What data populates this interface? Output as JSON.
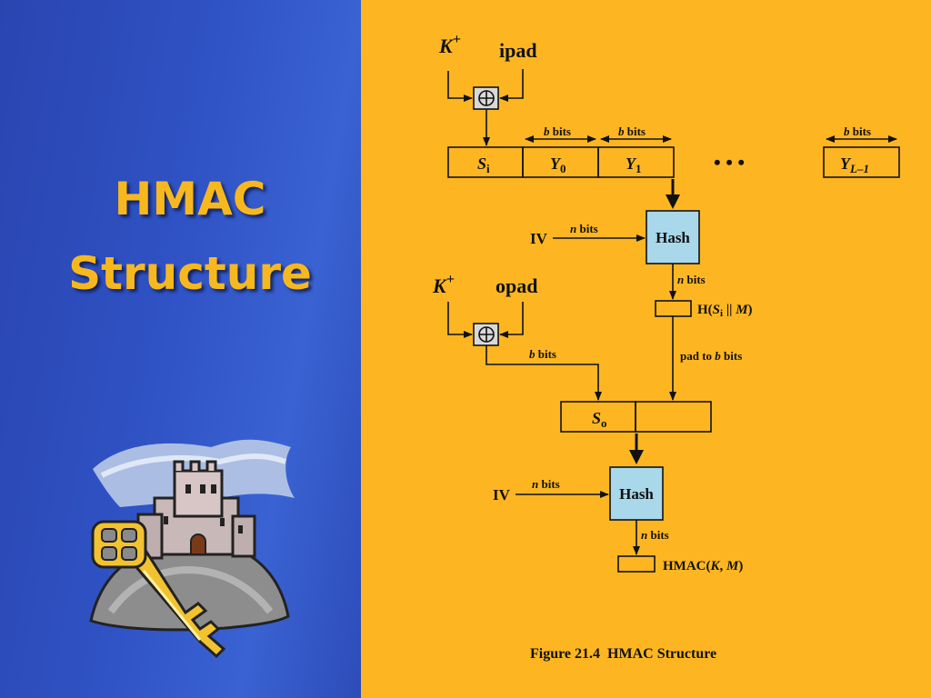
{
  "slide": {
    "title_line1": "HMAC",
    "title_line2": "Structure"
  },
  "diagram": {
    "k_plus_top": "K",
    "k_plus_top_sup": "+",
    "ipad": "ipad",
    "b_bits": "b bits",
    "b_bits_unit": " bits",
    "b_italic": "b",
    "si": "S",
    "si_sub": "i",
    "y0": "Y",
    "y0_sub": "0",
    "y1": "Y",
    "y1_sub": "1",
    "ellipsis": "• • •",
    "yl": "Y",
    "yl_sub": "L–1",
    "iv": "IV",
    "n_italic": "n",
    "n_bits_unit": " bits",
    "hash": "Hash",
    "h_label_prefix": "H(",
    "h_label_s": "S",
    "h_label_sub": "i",
    "h_label_concat": " || ",
    "h_label_m": "M",
    "h_label_close": ")",
    "k_plus_bottom": "K",
    "k_plus_bottom_sup": "+",
    "opad": "opad",
    "pad_to": "pad to ",
    "pad_b": "b",
    "pad_bits": " bits",
    "so": "S",
    "so_sub": "o",
    "hmac_prefix": "HMAC(",
    "hmac_k": "K",
    "hmac_comma": ", ",
    "hmac_m": "M",
    "hmac_close": ")",
    "caption": "Figure 21.4  HMAC Structure"
  },
  "colors": {
    "background": "#fdb622",
    "left_panel": "#2f52c4",
    "title": "#f7b81f",
    "hash_box": "#a8d8ea"
  }
}
